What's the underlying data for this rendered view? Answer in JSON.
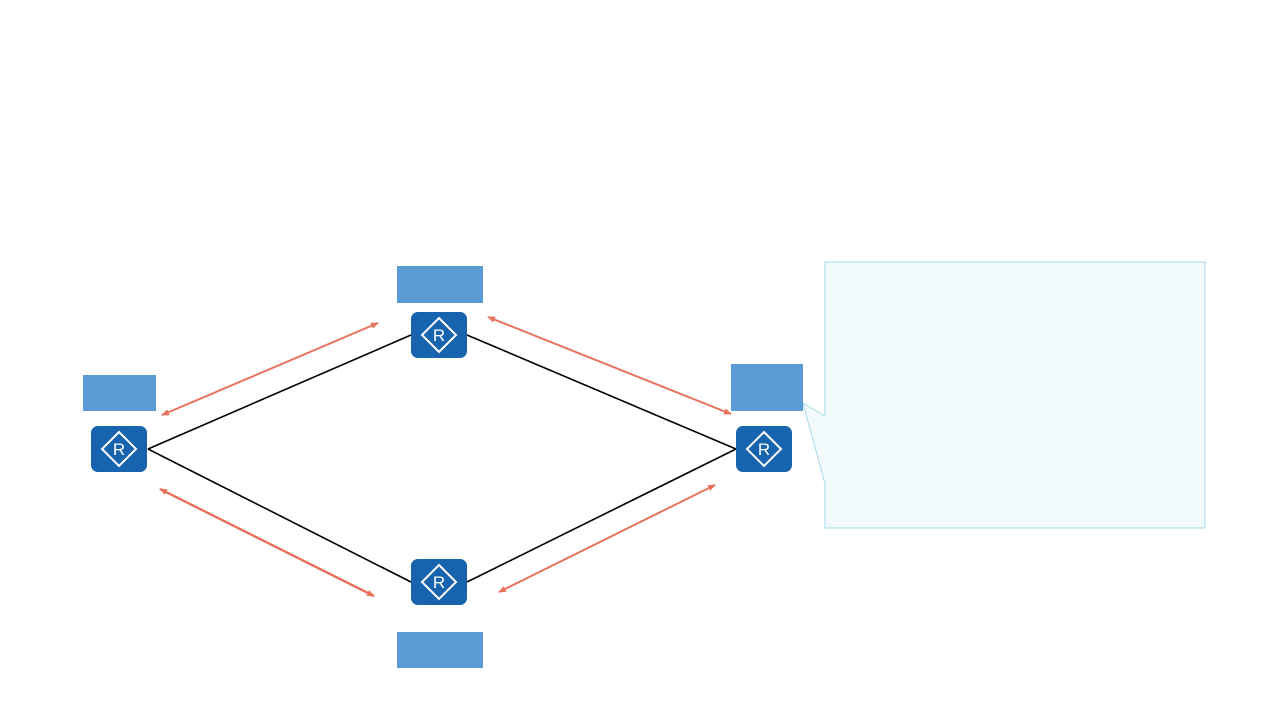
{
  "diagram": {
    "router_icon_glyph": "R",
    "router_icon_name": "router-icon",
    "colors": {
      "router": "#1763ae",
      "label_box": "#5b9bd5",
      "link": "#000000",
      "arrow": "#e8735d",
      "callout_fill": "#f2fafc",
      "callout_border": "#a5dbea"
    },
    "routers": [
      {
        "id": "router-left",
        "label": ""
      },
      {
        "id": "router-top",
        "label": ""
      },
      {
        "id": "router-right",
        "label": ""
      },
      {
        "id": "router-bottom",
        "label": ""
      }
    ],
    "links": [
      {
        "from": "router-left",
        "to": "router-top"
      },
      {
        "from": "router-top",
        "to": "router-right"
      },
      {
        "from": "router-left",
        "to": "router-bottom"
      },
      {
        "from": "router-bottom",
        "to": "router-right"
      }
    ],
    "callout": {
      "text": ""
    }
  }
}
